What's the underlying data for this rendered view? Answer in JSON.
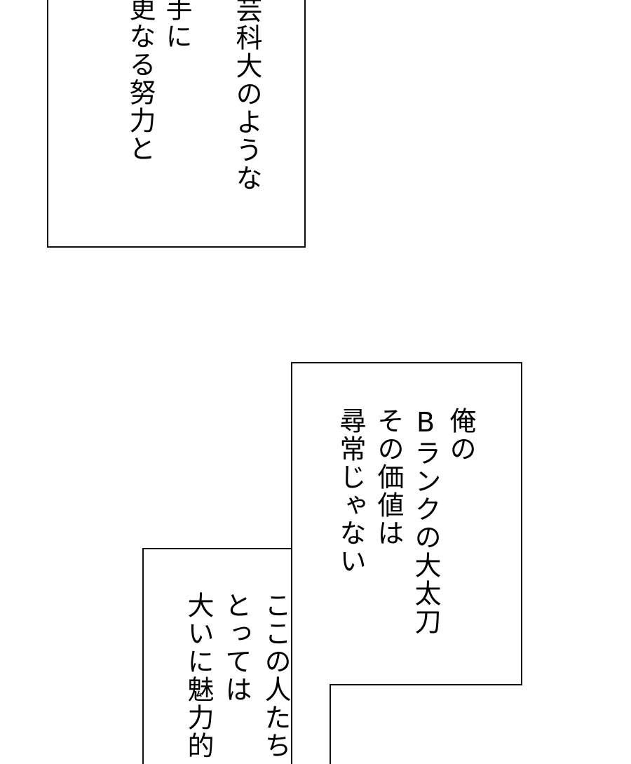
{
  "caption_top": {
    "lines": [
      "芸科大のような",
      "手に",
      "更なる努力と"
    ]
  },
  "caption_right": {
    "lines": [
      "俺の",
      "Bランクの大太刀",
      "その価値は",
      "尋常じゃない"
    ]
  },
  "caption_bottom": {
    "lines": [
      "ここの人たち",
      "とっては",
      "大いに魅力的"
    ]
  }
}
